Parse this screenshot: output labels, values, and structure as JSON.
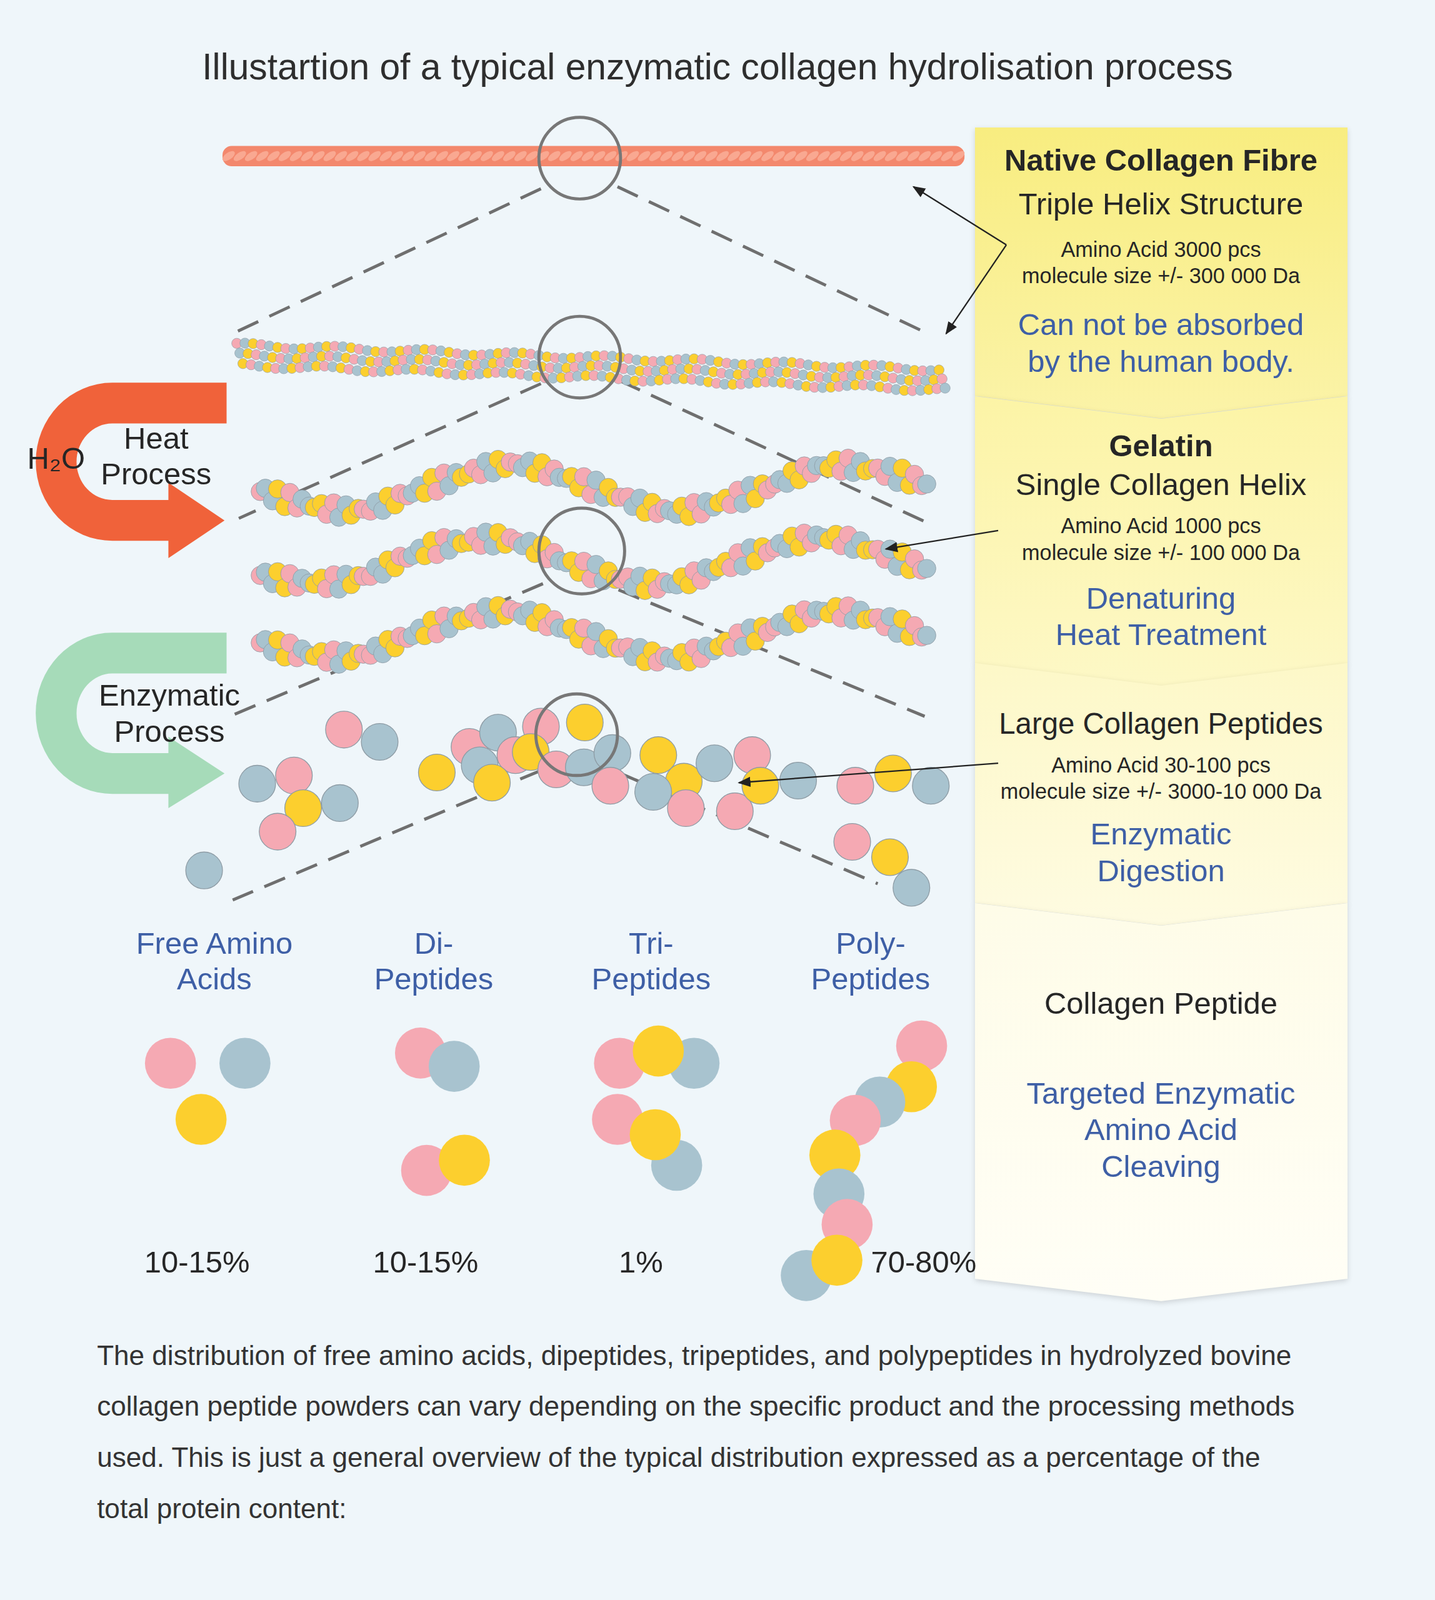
{
  "diagram": {
    "title": "Illustartion of a typical enzymatic collagen hydrolisation process",
    "caption": "The distribution of free amino acids, dipeptides, tripeptides, and polypeptides in hydrolyzed bovine collagen peptide powders can vary depending on the specific product and the processing methods used. This is just a general overview of the typical distribution expressed as a percentage of the total protein content:",
    "nodes": [
      {
        "text": [
          "Native Collagen Fibre",
          "Triple Helix Structure",
          "Amino Acid 3000 pcs",
          "molecule size +/- 300 000 Da",
          "Can not be absorbed by the human body."
        ]
      },
      {
        "text": [
          "Gelatin",
          "Single Collagen Helix",
          "Amino Acid 1000 pcs",
          "molecule size +/- 100 000 Da",
          "Denaturing Heat Treatment"
        ]
      },
      {
        "text": [
          "Large Collagen Peptides",
          "Amino Acid 30-100 pcs",
          "molecule size +/- 3000-10 000 Da",
          "Enzymatic Digestion"
        ]
      },
      {
        "text": [
          "Collagen Peptide",
          "Targeted Enzymatic Amino Acid Cleaving"
        ]
      }
    ],
    "labels": [
      "H₂O",
      "Heat Process",
      "Enzymatic Process",
      "Free Amino Acids",
      "Di- Peptides",
      "Tri- Peptides",
      "Poly- Peptides",
      "10-15%",
      "10-15%",
      "1%",
      "70-80%"
    ]
  }
}
